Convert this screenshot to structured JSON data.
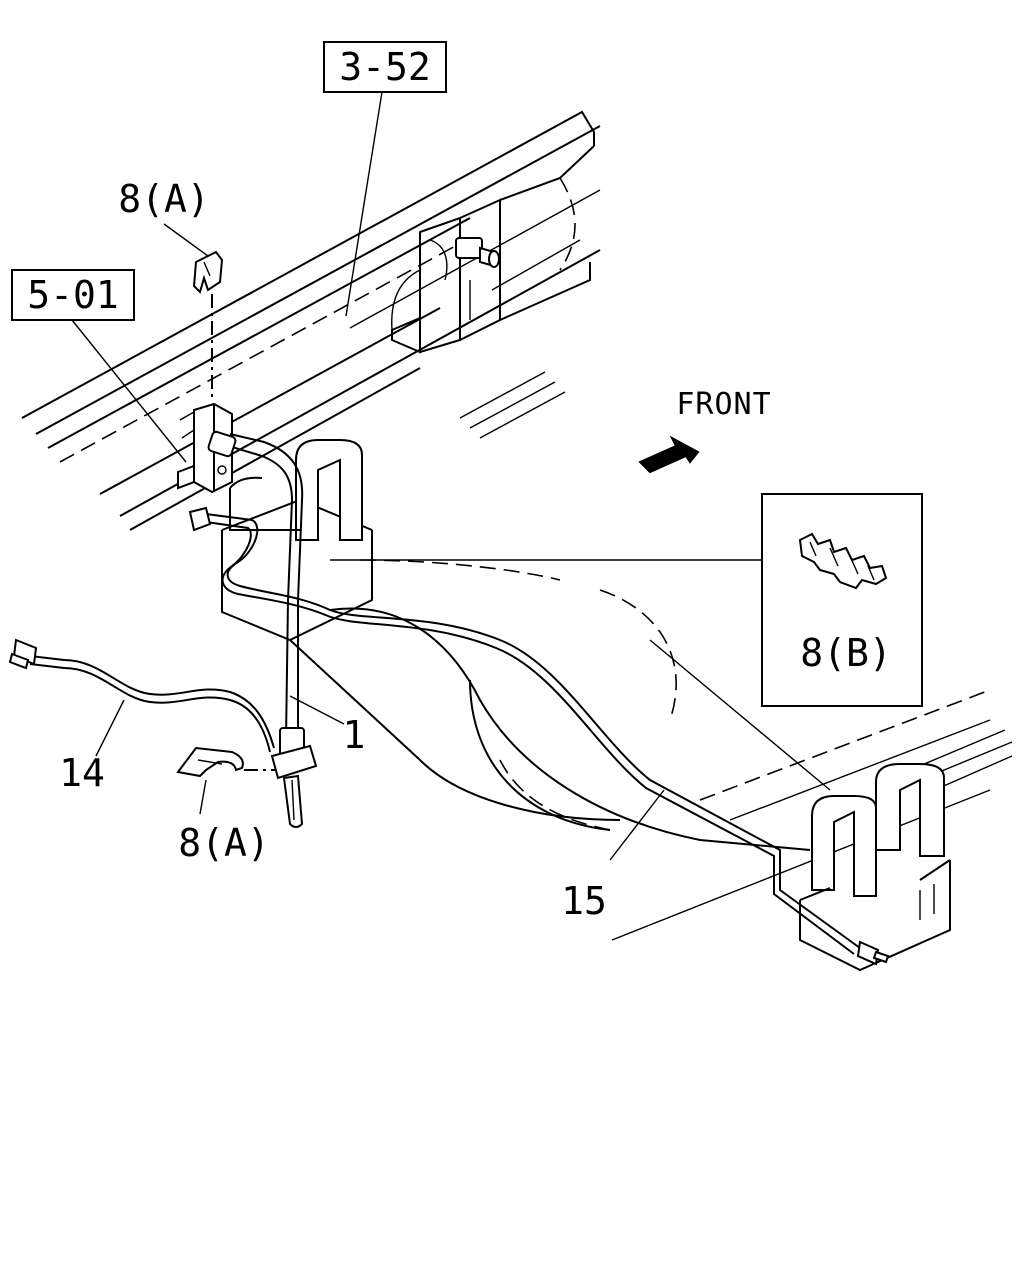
{
  "diagram": {
    "ref_labels": {
      "ref_3_52": "3-52",
      "ref_5_01": "5-01"
    },
    "part_labels": {
      "clip_8a_top": "8(A)",
      "clip_8a_bottom": "8(A)",
      "clip_8b": "8(B)",
      "hose_1": "1",
      "pipe_14": "14",
      "pipe_15": "15"
    },
    "direction": {
      "front_label": "FRONT"
    }
  }
}
